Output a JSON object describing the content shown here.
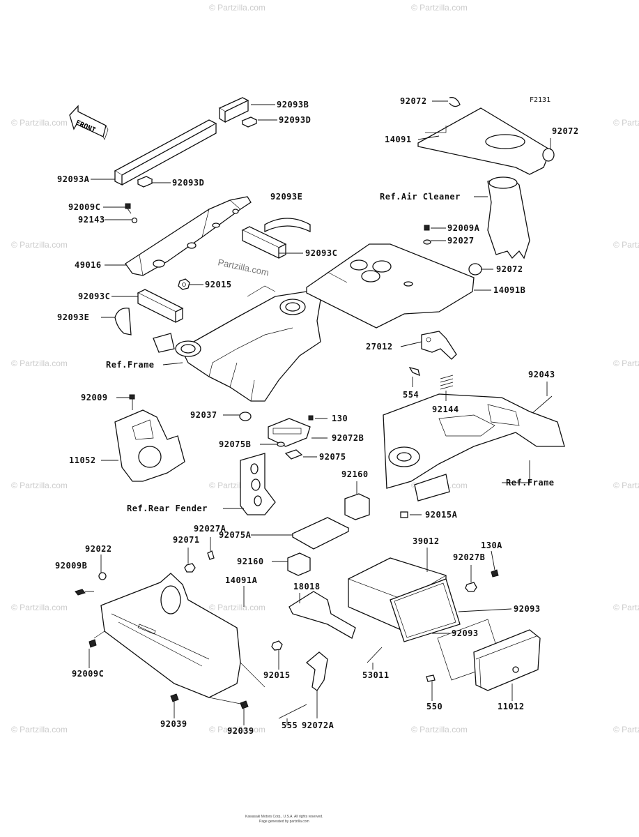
{
  "figure_code": "F2131",
  "front_label": "FRONT",
  "watermark": "© Partzilla.com",
  "center_watermark": "Partzilla.com",
  "footer_line1": "Kawasaki Motors Corp., U.S.A. All rights reserved.",
  "footer_line2": "Page generated by partzilla.com",
  "labels": {
    "l92093B": "92093B",
    "l92093D_top": "92093D",
    "l92093A": "92093A",
    "l92093D_mid": "92093D",
    "l92093E_top": "92093E",
    "l92009C_top": "92009C",
    "l92143": "92143",
    "l92093C_right": "92093C",
    "l49016": "49016",
    "l92015_top": "92015",
    "l92093C_left": "92093C",
    "l92093E_left": "92093E",
    "refFrame1": "Ref.Frame",
    "l92072_a": "92072",
    "l92072_b": "92072",
    "l14091": "14091",
    "refAirCleaner": "Ref.Air Cleaner",
    "l92009A": "92009A",
    "l92027": "92027",
    "l92072_c": "92072",
    "l14091B": "14091B",
    "l27012": "27012",
    "l554": "554",
    "l92144": "92144",
    "l92043": "92043",
    "refFrame2": "Ref.Frame",
    "l92009": "92009",
    "l11052": "11052",
    "l92037": "92037",
    "l130": "130",
    "l92072B": "92072B",
    "l92075B": "92075B",
    "l92075": "92075",
    "refRearFender": "Ref.Rear Fender",
    "l92160_a": "92160",
    "l92075A": "92075A",
    "l92015A": "92015A",
    "l92027A": "92027A",
    "l92071": "92071",
    "l92022": "92022",
    "l92009B": "92009B",
    "l14091A": "14091A",
    "l92160_b": "92160",
    "l39012": "39012",
    "l130A": "130A",
    "l92027B": "92027B",
    "l18018": "18018",
    "l92093_a": "92093",
    "l92093_b": "92093",
    "l92009C_bottom": "92009C",
    "l92015_bottom": "92015",
    "l53011": "53011",
    "l550": "550",
    "l11012": "11012",
    "l92039_a": "92039",
    "l92039_b": "92039",
    "l555": "555",
    "l92072A": "92072A"
  }
}
